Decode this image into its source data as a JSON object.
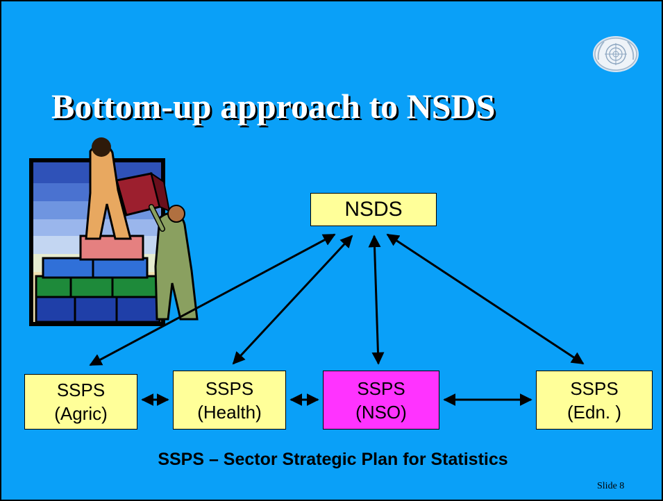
{
  "slide": {
    "title": "Bottom-up approach to NSDS",
    "slide_number": "Slide 8",
    "background_color": "#0aa0f8"
  },
  "logo": {
    "icon": "un-emblem-icon"
  },
  "clipart": {
    "icon": "people-stacking-blocks-icon"
  },
  "diagram": {
    "top_node": {
      "label": "NSDS",
      "color": "#ffff99"
    },
    "sector_nodes": [
      {
        "id": "agric",
        "line1": "SSPS",
        "line2": "(Agric)",
        "color": "#ffff99"
      },
      {
        "id": "health",
        "line1": "SSPS",
        "line2": "(Health)",
        "color": "#ffff99"
      },
      {
        "id": "nso",
        "line1": "SSPS",
        "line2": "(NSO)",
        "color": "#ff33ff"
      },
      {
        "id": "edn",
        "line1": "SSPS",
        "line2": "(Edn. )",
        "color": "#ffff99"
      }
    ],
    "connections": [
      {
        "from": "NSDS",
        "to": "agric",
        "type": "bidirectional"
      },
      {
        "from": "NSDS",
        "to": "health",
        "type": "bidirectional"
      },
      {
        "from": "NSDS",
        "to": "nso",
        "type": "bidirectional"
      },
      {
        "from": "NSDS",
        "to": "edn",
        "type": "bidirectional"
      },
      {
        "from": "agric",
        "to": "health",
        "type": "bidirectional"
      },
      {
        "from": "health",
        "to": "nso",
        "type": "bidirectional"
      },
      {
        "from": "nso",
        "to": "edn",
        "type": "bidirectional"
      }
    ],
    "legend_caption": "SSPS – Sector Strategic Plan for Statistics"
  }
}
